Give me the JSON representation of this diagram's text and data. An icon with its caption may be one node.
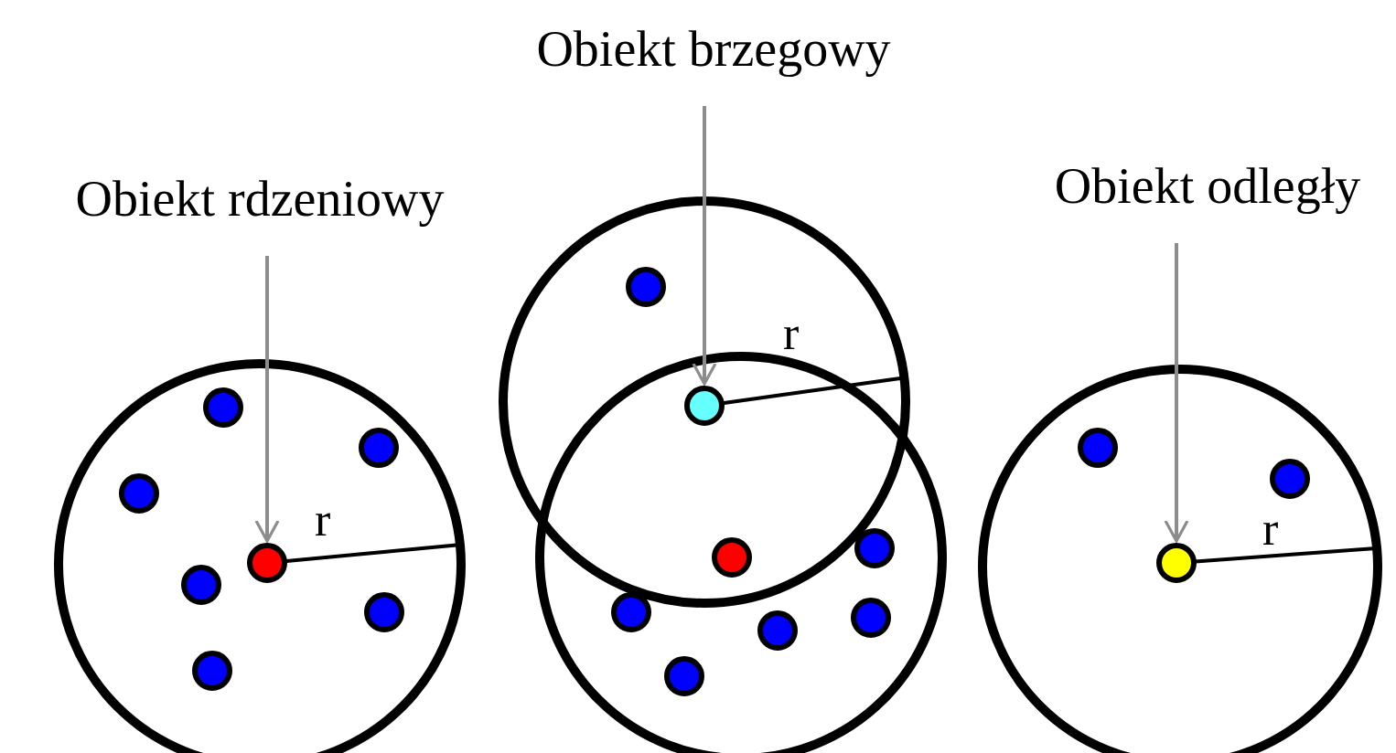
{
  "diagram": {
    "nodes": [
      {
        "text": [
          "Obiekt rdzeniowy"
        ]
      },
      {
        "text": [],
        "shape": "circle"
      },
      {
        "text": [
          "Obiekt brzegowy"
        ]
      },
      {
        "text": [],
        "shape": "circle"
      },
      {
        "text": [
          "Obiekt odległy"
        ]
      },
      {
        "text": [],
        "shape": "circle"
      }
    ],
    "edges": [
      {
        "from": 0,
        "to": 1,
        "arrow": "to"
      },
      {
        "from": 2,
        "to": 3,
        "arrow": "to"
      },
      {
        "from": 4,
        "to": 5,
        "arrow": "to"
      }
    ],
    "labels": [
      "r",
      "r",
      "r"
    ]
  }
}
